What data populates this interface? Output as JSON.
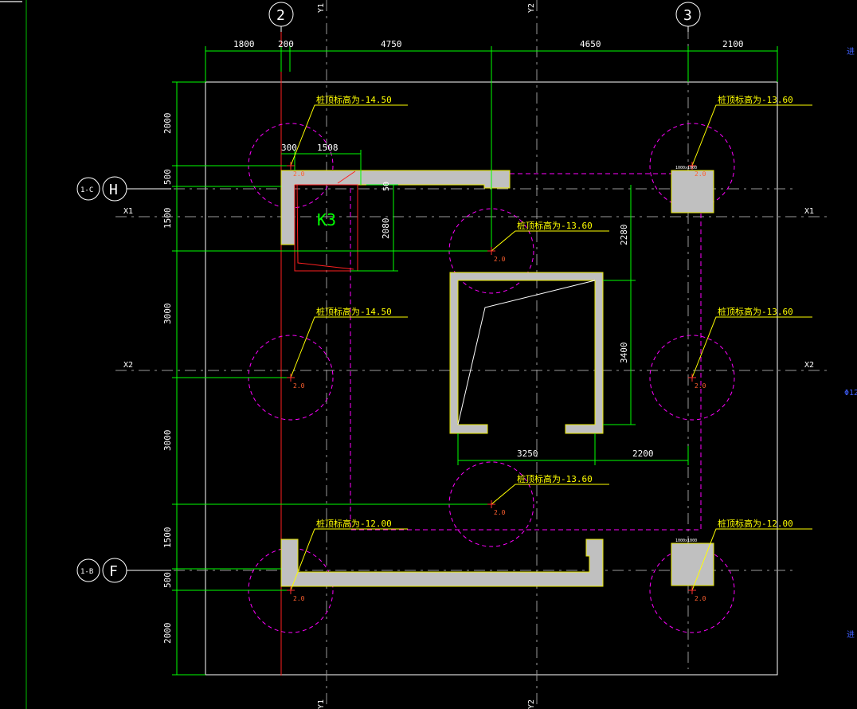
{
  "drawing": {
    "colors": {
      "background": "#000000",
      "outline": "#ffffff",
      "dimension": "#00ff00",
      "leader": "#ffff00",
      "pile_circle": "#ff00ff",
      "gridline_red": "#ff2020",
      "wall_fill": "#c0c0c0",
      "axis_gray": "#9a9a9a"
    },
    "grid_bubbles": {
      "col2": "2",
      "col3": "3",
      "rowH": "H",
      "rowF": "F",
      "rowH_tag": "1-C",
      "rowF_tag": "1-B"
    },
    "axis_labels": {
      "x1_left": "X1",
      "x1_right": "X1",
      "x2_left": "X2",
      "x2_right": "X2",
      "y1_top": "Y1",
      "y1_bottom": "Y1",
      "y2_top": "Y2",
      "y2_bottom": "Y2"
    },
    "top_dimensions": [
      "1800",
      "200",
      "4750",
      "4650",
      "2100"
    ],
    "left_dimensions": [
      "2000",
      "500",
      "1500",
      "3000",
      "3000",
      "1500",
      "500",
      "2000"
    ],
    "inner_dimensions": {
      "d300": "300",
      "d1508": "1508",
      "d50": "50",
      "d2080": "2080",
      "d2280": "2280",
      "d3400": "3400",
      "d3250": "3250",
      "d2200": "2200"
    },
    "pit_label": "K3",
    "pile_annotations": [
      "桩顶标高为-14.50",
      "桩顶标高为-13.60",
      "桩顶标高为-13.60",
      "桩顶标高为-14.50",
      "桩顶标高为-13.60",
      "桩顶标高为-13.60",
      "桩顶标高为-12.00",
      "桩顶标高为-12.00"
    ],
    "pile_marks": [
      "2.0",
      "2.0",
      "2.0",
      "2.0",
      "2.0",
      "2.0",
      "2.0",
      "2.0"
    ],
    "column_tags": [
      "1000x1000",
      "1000x1000"
    ],
    "edge_texts": [
      "进",
      "Φ12",
      "进"
    ]
  }
}
